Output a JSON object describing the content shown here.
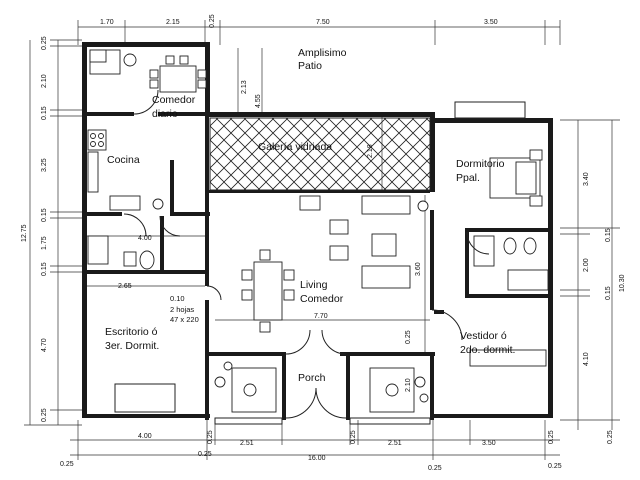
{
  "rooms": {
    "patio_1": "Amplisimo",
    "patio_2": "Patio",
    "comedor_diario_1": "Comedor",
    "comedor_diario_2": "diario",
    "galeria": "Galería vidriada",
    "cocina": "Cocina",
    "dormitorio_1": "Dormitorio",
    "dormitorio_2": "Ppal.",
    "living_1": "Living",
    "living_2": "Comedor",
    "escritorio_1": "Escritorio ó",
    "escritorio_2": "3er. Dormit.",
    "vestidor_1": "Vestidor ó",
    "vestidor_2": "2do. dormit.",
    "porch": "Porch"
  },
  "notes": {
    "hojas": "2 hojas",
    "medida": "47 x 220",
    "v010": "0.10"
  },
  "dims_top": {
    "d1": "1.70",
    "d2": "2.15",
    "d3": "0.25",
    "d4": "7.50",
    "d5": "3.50"
  },
  "dims_left": {
    "d1": "0.25",
    "d2": "2.10",
    "d3": "0.15",
    "d4": "3.25",
    "d5": "0.15",
    "d6": "1.75",
    "d7": "0.15",
    "d8": "4.70",
    "d9": "0.25",
    "total": "12.75"
  },
  "dims_right": {
    "d1": "3.40",
    "d2": "0.15",
    "d3": "2.00",
    "d4": "0.15",
    "d5": "4.10",
    "total": "10.30",
    "d6": "0.25"
  },
  "dims_inner": {
    "k213": "2.13",
    "k455": "4.55",
    "k400a": "4.00",
    "k265": "2.65",
    "k218": "2.18",
    "k360": "3.60",
    "k770": "7.70",
    "k025": "0.25",
    "k210": "2.10"
  },
  "dims_bottom": {
    "b400": "4.00",
    "b025a": "0.25",
    "b251a": "2.51",
    "b025b": "0.25",
    "b251b": "2.51",
    "b350": "3.50",
    "b025r": "0.25",
    "o025l": "0.25",
    "o025a": "0.25",
    "total": "16.00",
    "o025b": "0.25",
    "o025r": "0.25"
  }
}
